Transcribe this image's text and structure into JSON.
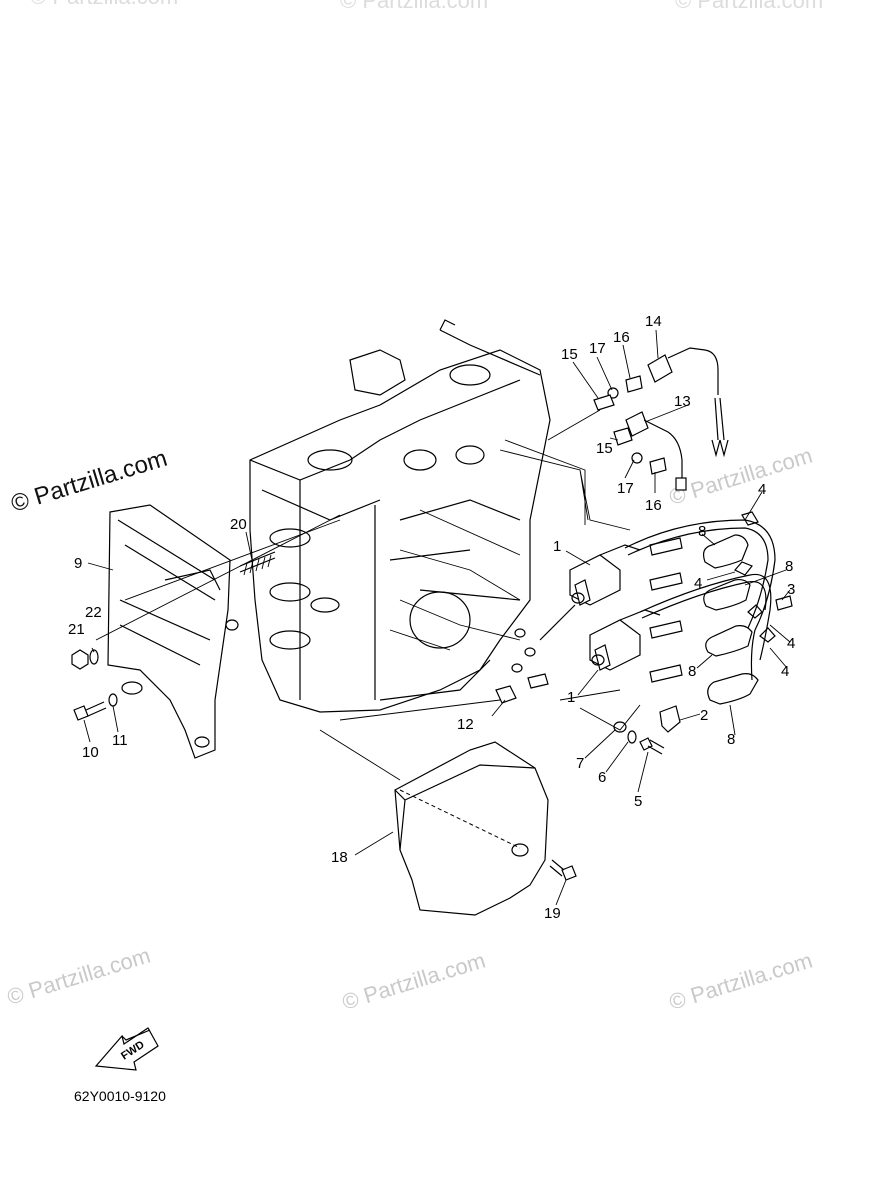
{
  "watermark": {
    "main": "© Partzilla.com",
    "repeat": "© Partzilla.com"
  },
  "diagram_code": "62Y0010-9120",
  "fwd_label": "FWD",
  "callouts": {
    "c1a": "1",
    "c1b": "1",
    "c2": "2",
    "c3": "3",
    "c4a": "4",
    "c4b": "4",
    "c4c": "4",
    "c4d": "4",
    "c5": "5",
    "c6": "6",
    "c7": "7",
    "c8a": "8",
    "c8b": "8",
    "c8c": "8",
    "c8d": "8",
    "c9": "9",
    "c10": "10",
    "c11": "11",
    "c12": "12",
    "c13": "13",
    "c14": "14",
    "c15a": "15",
    "c15b": "15",
    "c16a": "16",
    "c16b": "16",
    "c17a": "17",
    "c17b": "17",
    "c18": "18",
    "c19": "19",
    "c20": "20",
    "c21": "21",
    "c22": "22"
  }
}
